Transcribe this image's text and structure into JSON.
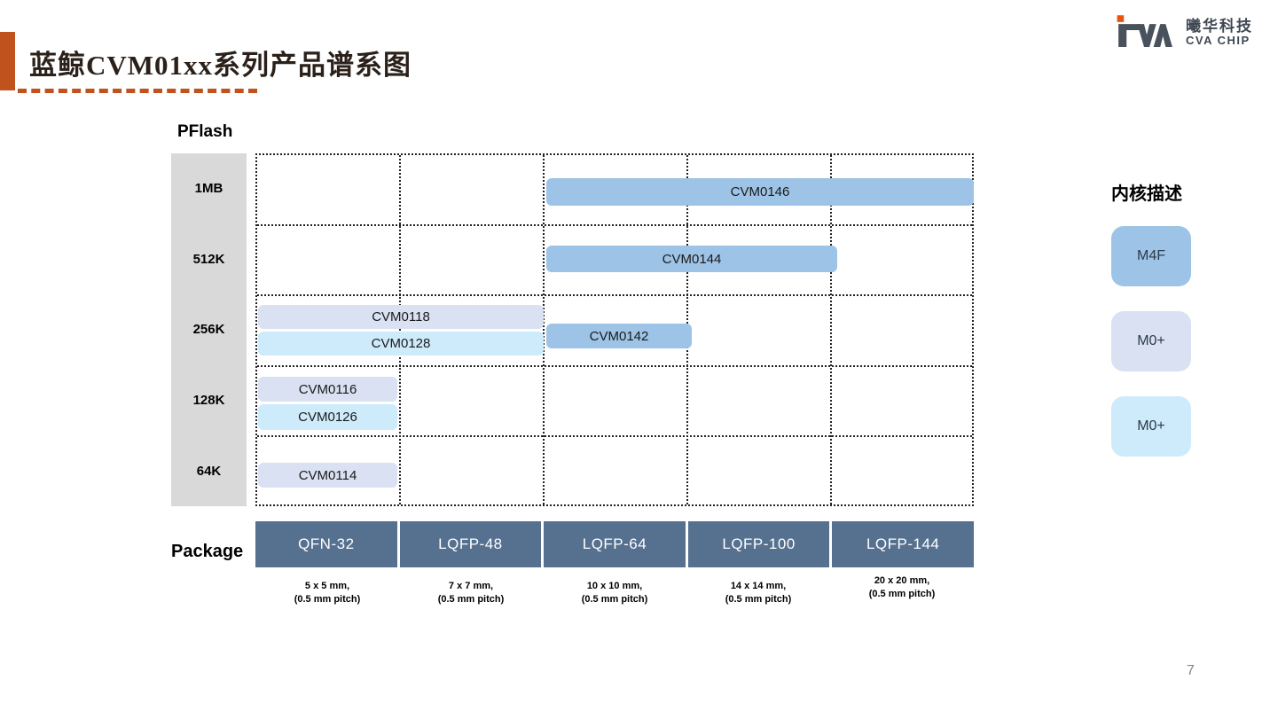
{
  "header": {
    "title": "蓝鲸CVM01xx系列产品谱系图",
    "accent_color": "#C0531D"
  },
  "logo": {
    "company_cn": "曦华科技",
    "company_en": "CVA CHIP",
    "mark_color": "#49525C",
    "mark_accent_color": "#E8530F"
  },
  "chart": {
    "flash_axis_title": "PFlash",
    "package_axis_title": "Package",
    "flash_levels": [
      "1MB",
      "512K",
      "256K",
      "128K",
      "64K"
    ],
    "packages": [
      {
        "name": "QFN-32",
        "size_line1": "5 x 5 mm,",
        "size_line2": "(0.5 mm pitch)"
      },
      {
        "name": "LQFP-48",
        "size_line1": "7 x 7 mm,",
        "size_line2": "(0.5 mm pitch)"
      },
      {
        "name": "LQFP-64",
        "size_line1": "10 x 10 mm,",
        "size_line2": "(0.5 mm pitch)"
      },
      {
        "name": "LQFP-100",
        "size_line1": "14 x 14 mm,",
        "size_line2": "(0.5 mm pitch)"
      },
      {
        "name": "LQFP-144",
        "size_line1": "20 x 20 mm,",
        "size_line2": "(0.5 mm pitch)"
      }
    ],
    "package_cell_color": "#56718F",
    "flash_column_color": "#D9D9D9"
  },
  "legend": {
    "title": "内核描述",
    "items": [
      {
        "label": "M4F",
        "color": "#9DC3E6"
      },
      {
        "label": "M0+",
        "color": "#D9E1F2"
      },
      {
        "label": "M0+",
        "color": "#CDEBFB"
      }
    ]
  },
  "footer": {
    "page_number": "7"
  },
  "chart_data": {
    "type": "table",
    "title": "蓝鲸CVM01xx系列产品谱系图",
    "ylabel": "PFlash",
    "xlabel": "Package",
    "y_categories": [
      "1MB",
      "512K",
      "256K",
      "128K",
      "64K"
    ],
    "x_categories": [
      "QFN-32",
      "LQFP-48",
      "LQFP-64",
      "LQFP-100",
      "LQFP-144"
    ],
    "x_category_details": [
      "5 x 5 mm, (0.5 mm pitch)",
      "7 x 7 mm, (0.5 mm pitch)",
      "10 x 10 mm, (0.5 mm pitch)",
      "14 x 14 mm, (0.5 mm pitch)",
      "20 x 20 mm, (0.5 mm pitch)"
    ],
    "legend_position": "right",
    "grid": "dotted",
    "products": [
      {
        "name": "CVM0146",
        "pflash": "1MB",
        "packages": [
          "LQFP-64",
          "LQFP-100",
          "LQFP-144"
        ],
        "core": "M4F",
        "color": "#9DC3E6"
      },
      {
        "name": "CVM0144",
        "pflash": "512K",
        "packages": [
          "LQFP-64",
          "LQFP-100"
        ],
        "core": "M4F",
        "color": "#9DC3E6"
      },
      {
        "name": "CVM0118",
        "pflash": "256K",
        "packages": [
          "QFN-32",
          "LQFP-48"
        ],
        "core": "M0+",
        "color": "#D9E1F2"
      },
      {
        "name": "CVM0128",
        "pflash": "256K",
        "packages": [
          "QFN-32",
          "LQFP-48"
        ],
        "core": "M0+",
        "color": "#CDEBFB"
      },
      {
        "name": "CVM0142",
        "pflash": "256K",
        "packages": [
          "LQFP-64"
        ],
        "core": "M4F",
        "color": "#9DC3E6"
      },
      {
        "name": "CVM0116",
        "pflash": "128K",
        "packages": [
          "QFN-32"
        ],
        "core": "M0+",
        "color": "#D9E1F2"
      },
      {
        "name": "CVM0126",
        "pflash": "128K",
        "packages": [
          "QFN-32"
        ],
        "core": "M0+",
        "color": "#CDEBFB"
      },
      {
        "name": "CVM0114",
        "pflash": "64K",
        "packages": [
          "QFN-32"
        ],
        "core": "M0+",
        "color": "#D9E1F2"
      }
    ]
  }
}
